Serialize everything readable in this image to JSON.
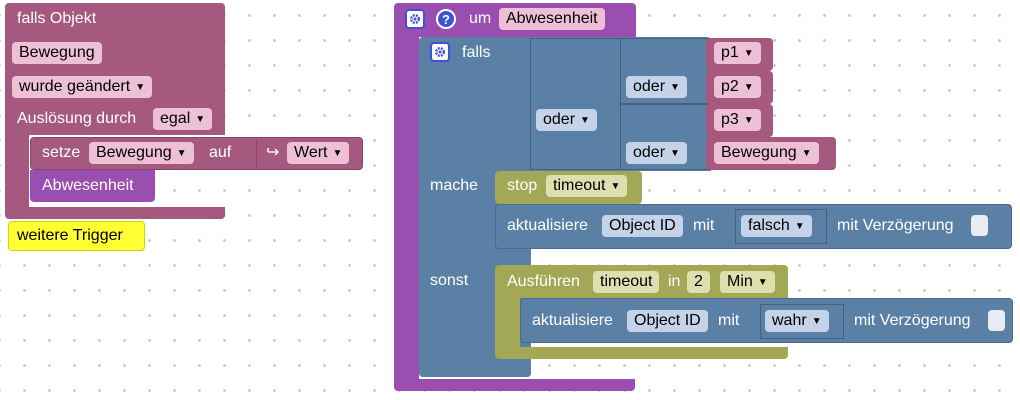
{
  "colors": {
    "event_purple": "#a5597e",
    "function_purple": "#9a4fb0",
    "logic_blue": "#5b80a5",
    "timeout_olive": "#a2a855",
    "trigger_yellow": "#ffff33",
    "gear_blue": "#3f51d6"
  },
  "icons": [
    "gear-icon",
    "help-icon",
    "dropdown-arrow-icon",
    "return-arrow-icon"
  ],
  "trigger_block": {
    "title": "falls Objekt",
    "object_field": "Bewegung",
    "condition_select": "wurde geändert",
    "trigger_label": "Auslösung durch",
    "trigger_select": "egal",
    "set_label": "setze",
    "set_var_select": "Bewegung",
    "set_to_label": "auf",
    "value_select": "Wert",
    "call_function": "Abwesenheit"
  },
  "more_triggers": "weitere Trigger",
  "function_block": {
    "label": "um",
    "name": "Abwesenheit",
    "if_label": "falls",
    "or_op_1": "oder",
    "or_op_2": "oder",
    "or_op_3": "oder",
    "var_p1": "p1",
    "var_p2": "p2",
    "var_p3": "p3",
    "var_bewegung": "Bewegung",
    "do_label": "mache",
    "else_label": "sonst",
    "stop_label": "stop",
    "stop_select": "timeout",
    "update1_label": "aktualisiere",
    "update1_object": "Object ID",
    "update1_with": "mit",
    "update1_value": "falsch",
    "update1_delay": "mit Verzögerung",
    "exec_label": "Ausführen",
    "exec_var": "timeout",
    "exec_in": "in",
    "exec_num": "2",
    "exec_unit": "Min",
    "update2_label": "aktualisiere",
    "update2_object": "Object ID",
    "update2_with": "mit",
    "update2_value": "wahr",
    "update2_delay": "mit Verzögerung"
  }
}
